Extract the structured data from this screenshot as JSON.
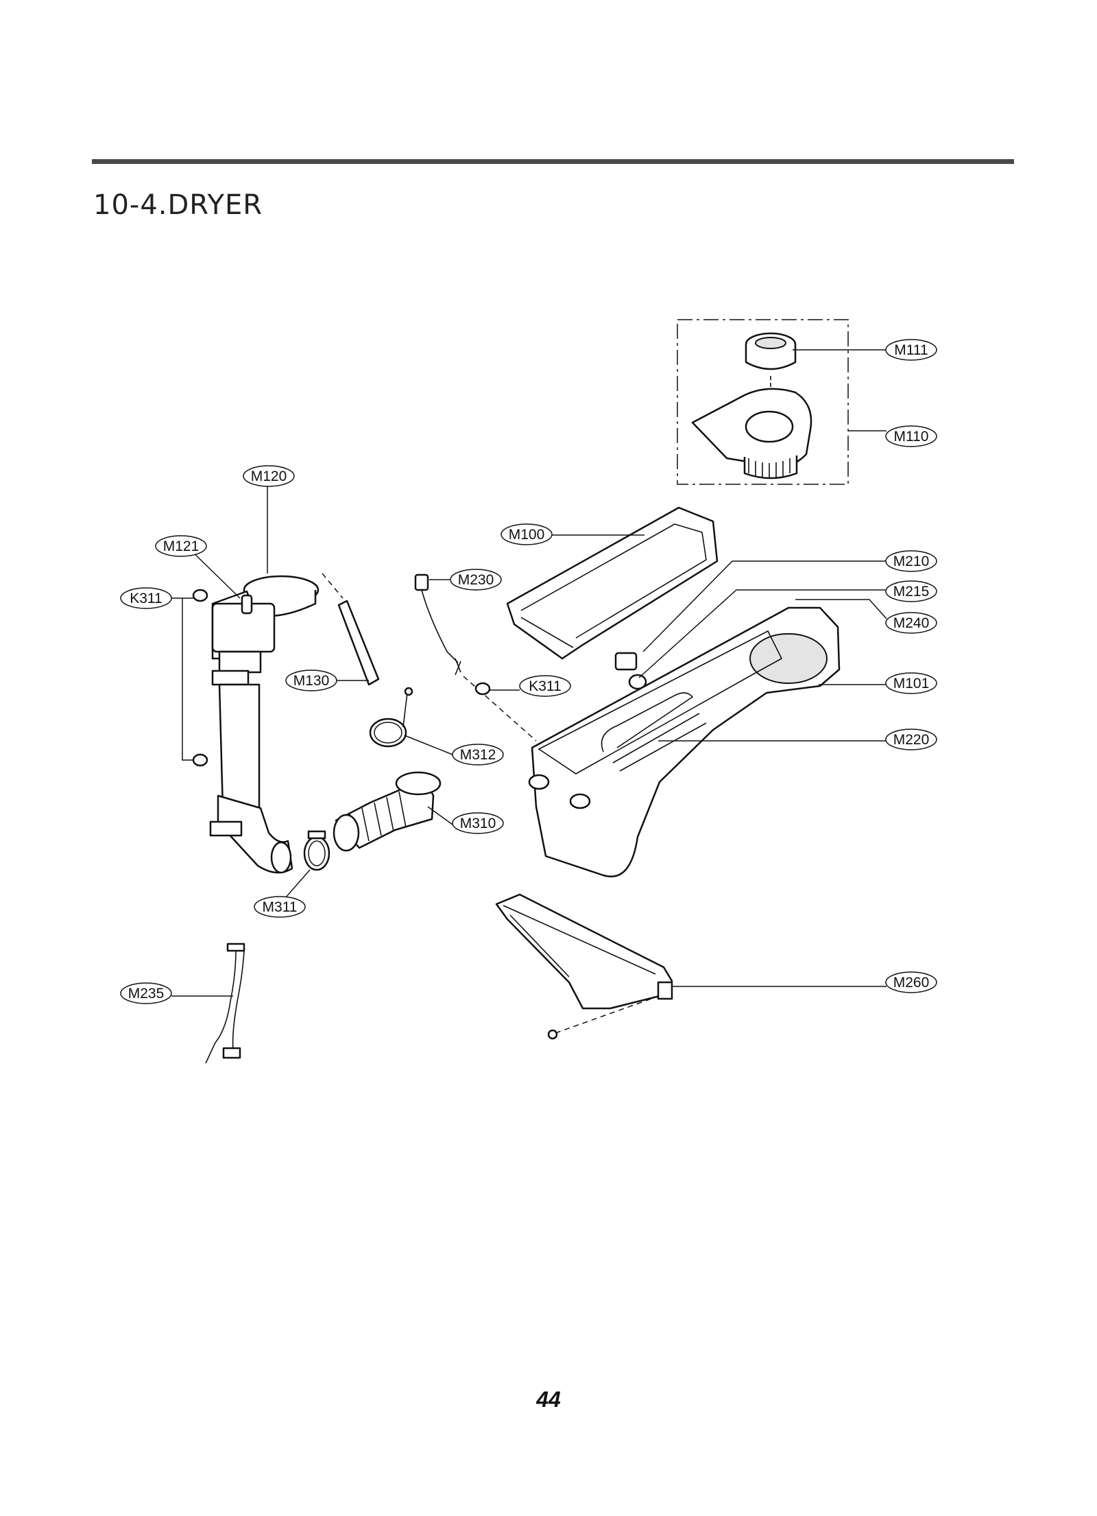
{
  "section": {
    "title": "10-4.DRYER"
  },
  "page": {
    "number": "44"
  },
  "callouts": [
    {
      "id": "M111",
      "label": "M111"
    },
    {
      "id": "M110",
      "label": "M110"
    },
    {
      "id": "M120",
      "label": "M120"
    },
    {
      "id": "M100",
      "label": "M100"
    },
    {
      "id": "M121",
      "label": "M121"
    },
    {
      "id": "M210",
      "label": "M210"
    },
    {
      "id": "M230",
      "label": "M230"
    },
    {
      "id": "K311-left",
      "label": "K311"
    },
    {
      "id": "M215",
      "label": "M215"
    },
    {
      "id": "M240",
      "label": "M240"
    },
    {
      "id": "M130",
      "label": "M130"
    },
    {
      "id": "K311-mid",
      "label": "K311"
    },
    {
      "id": "M101",
      "label": "M101"
    },
    {
      "id": "M220",
      "label": "M220"
    },
    {
      "id": "M312",
      "label": "M312"
    },
    {
      "id": "M310",
      "label": "M310"
    },
    {
      "id": "M311",
      "label": "M311"
    },
    {
      "id": "M260",
      "label": "M260"
    },
    {
      "id": "M235",
      "label": "M235"
    }
  ]
}
